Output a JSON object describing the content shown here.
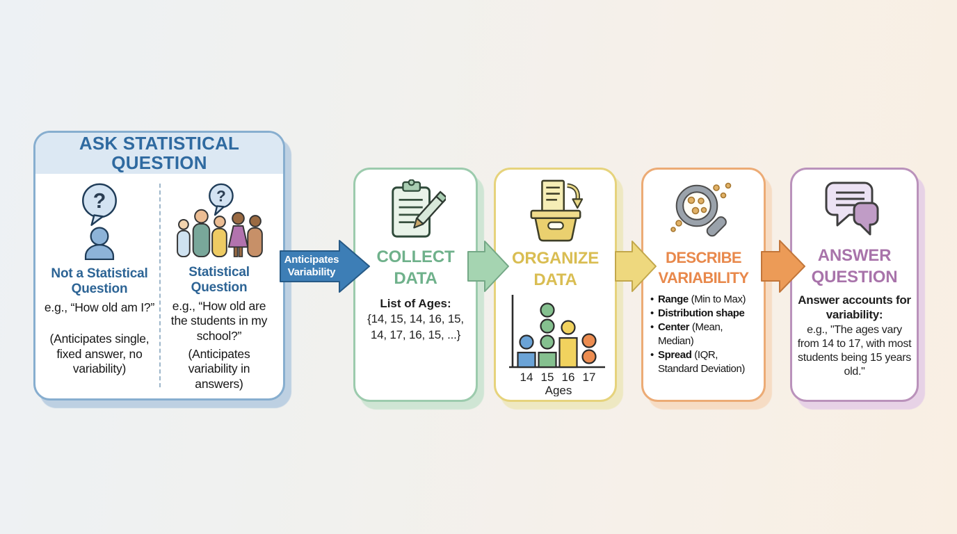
{
  "colors": {
    "background_left": "#edf1f4",
    "background_right": "#f9efe3",
    "stage1_border": "#87aecf",
    "stage1_header_bg": "#dce8f3",
    "stage1_title": "#2f6aa0",
    "stage2_border": "#9ccbad",
    "stage2_title": "#6fb18b",
    "stage3_border": "#e6d37c",
    "stage3_title": "#d9bd52",
    "stage4_border": "#ecab75",
    "stage4_title": "#e8884b",
    "stage5_border": "#ba92bb",
    "stage5_title": "#a873aa",
    "arrow_blue": "#3d7eb6",
    "arrow_green": "#a5d4b1",
    "arrow_yellow": "#eed87e",
    "arrow_orange": "#ec9b57"
  },
  "icons": {
    "stage1_left": "question-bubble-person-icon",
    "stage1_right": "people-group-question-icon",
    "stage2": "clipboard-pencil-icon",
    "stage3": "inbox-document-icon",
    "stage4": "magnifier-data-points-icon",
    "stage5": "chat-bubbles-icon"
  },
  "stage1": {
    "header_line1": "ASK STATISTICAL",
    "header_line2": "QUESTION",
    "left": {
      "label": "Not a Statistical Question",
      "example": "e.g., “How old am I?”",
      "note": "(Anticipates single, fixed answer, no variability)"
    },
    "right": {
      "label": "Statistical Question",
      "example": "e.g., “How old are the students in my school?”",
      "note": "(Anticipates variability in answers)"
    }
  },
  "arrow1": {
    "label_line1": "Anticipates",
    "label_line2": "Variability"
  },
  "stage2": {
    "title_line1": "COLLECT",
    "title_line2": "DATA",
    "list_label": "List of Ages:",
    "list_line1": "{14, 15, 14, 16, 15,",
    "list_line2": "14, 17, 16, 15, ...}"
  },
  "stage3": {
    "title_line1": "ORGANIZE",
    "title_line2": "DATA",
    "chart": {
      "type": "dot-bar",
      "categories": [
        "14",
        "15",
        "16",
        "17"
      ],
      "bar_units": [
        1,
        1,
        2,
        0
      ],
      "dot_counts": [
        1,
        3,
        1,
        2
      ],
      "colors": [
        "#6ba3d6",
        "#85c08f",
        "#f1d25e",
        "#ec8c50"
      ],
      "xlabel": "Ages"
    }
  },
  "stage4": {
    "title_line1": "DESCRIBE",
    "title_line2": "VARIABILITY",
    "bullets": [
      {
        "bold": "Range",
        "rest": " (Min to Max)"
      },
      {
        "bold": "Distribution shape",
        "rest": ""
      },
      {
        "bold": "Center",
        "rest": " (Mean, Median)"
      },
      {
        "bold": "Spread",
        "rest": " (IQR, Standard Deviation)"
      }
    ]
  },
  "stage5": {
    "title_line1": "ANSWER",
    "title_line2": "QUESTION",
    "bold_text": "Answer accounts for variability:",
    "example": "e.g., \"The ages vary from 14 to 17, with most students being 15 years old.\""
  }
}
